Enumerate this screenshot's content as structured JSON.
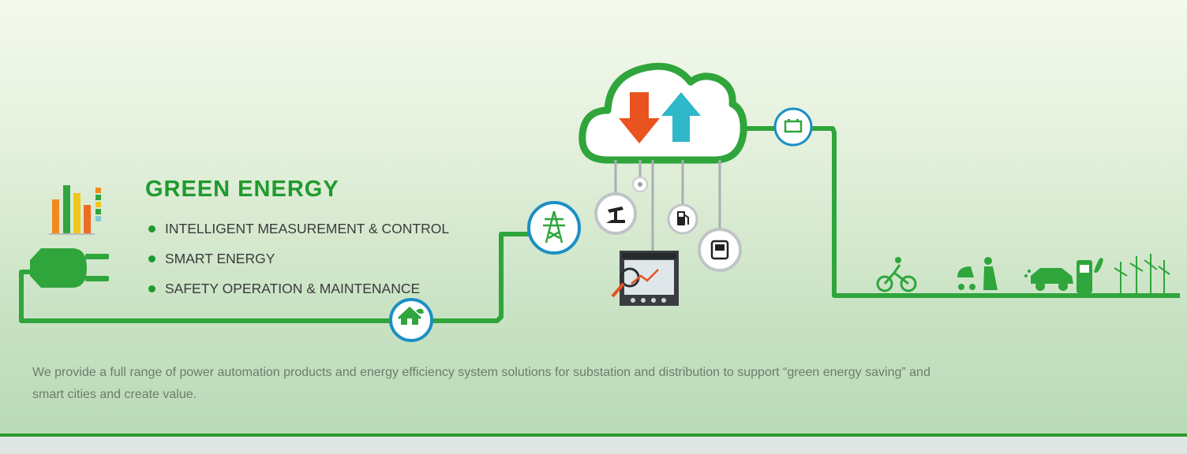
{
  "banner": {
    "title": "GREEN ENERGY",
    "features": [
      "INTELLIGENT MEASUREMENT & CONTROL",
      "SMART ENERGY",
      "SAFETY OPERATION & MAINTENANCE"
    ],
    "description": "We provide a full range of power automation products and energy efficiency system solutions for substation and distribution to support “green energy saving” and smart cities and create value."
  },
  "colors": {
    "brand_green": "#1f9a2e",
    "line_green": "#2fa53c",
    "circle_ring": "#1a8fc4",
    "arrow_down": "#e8531f",
    "arrow_up": "#2eb8c8"
  },
  "icons": [
    "bar-chart-icon",
    "plug-icon",
    "house-leaf-icon",
    "transmission-tower-icon",
    "cloud-icon",
    "oil-pump-icon",
    "fuel-pump-icon",
    "battery-icon",
    "power-meter-icon",
    "cyclist-icon",
    "stroller-icon",
    "car-icon",
    "ev-charger-icon",
    "wind-turbine-icon"
  ]
}
